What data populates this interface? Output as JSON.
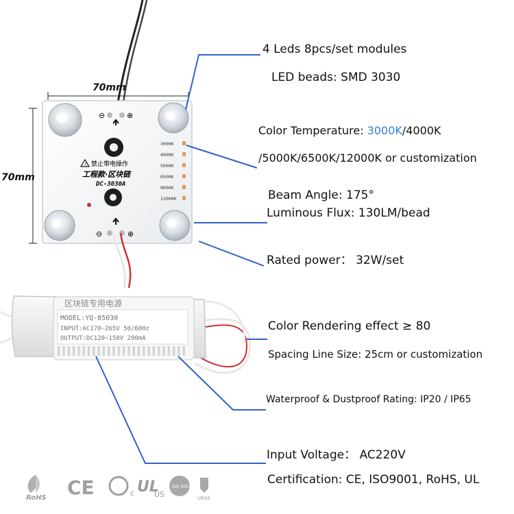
{
  "dimensions": {
    "width_label": "70mm",
    "height_label": "70mm"
  },
  "module": {
    "warning_text": "禁止带电操作",
    "brand_line": "工程款·区块链",
    "model": "DC-3030A",
    "polarity_neg": "⊖",
    "polarity_pos": "⊕",
    "cct_labels": [
      "3000K",
      "4000K",
      "5000K",
      "6500K",
      "8000K",
      "12000K"
    ]
  },
  "driver": {
    "title": "区块链专用电源",
    "model_line": "MODEL:YQ-85030",
    "input_line": "INPUT:AC170~265V 50/60Hz",
    "output_line": "OUTPUT:DC120~150V 200mA"
  },
  "specs": {
    "modules": "4 Leds 8pcs/set modules",
    "beads": "LED beads: SMD 3030",
    "cct_prefix": "Color Temperature: ",
    "cct_highlight": "3000K",
    "cct_rest": "/4000K",
    "cct_line2": "/5000K/6500K/12000K or customization",
    "beam": "Beam Angle: 175°",
    "flux": "Luminous Flux: 130LM/bead",
    "power": "Rated power：  32W/set",
    "cri": "Color Rendering effect ≥ 80",
    "spacing": "Spacing Line Size: 25cm or customization",
    "ip": "Waterproof & Dustproof Rating: IP20 / IP65",
    "voltage": "Input Voltage：   AC220V",
    "cert": "Certification: CE, ISO9001, RoHS, UL"
  },
  "cert_logos": {
    "rohs": "RoHS",
    "ce": "CE",
    "ul_c": "c",
    "ul": "UL",
    "ul_us": "US",
    "iso": "ISO 9001",
    "ukas": "UKAS"
  },
  "colors": {
    "accent": "#2f7fd6",
    "leader": "#2f62c9",
    "wire_red": "#d03030"
  }
}
